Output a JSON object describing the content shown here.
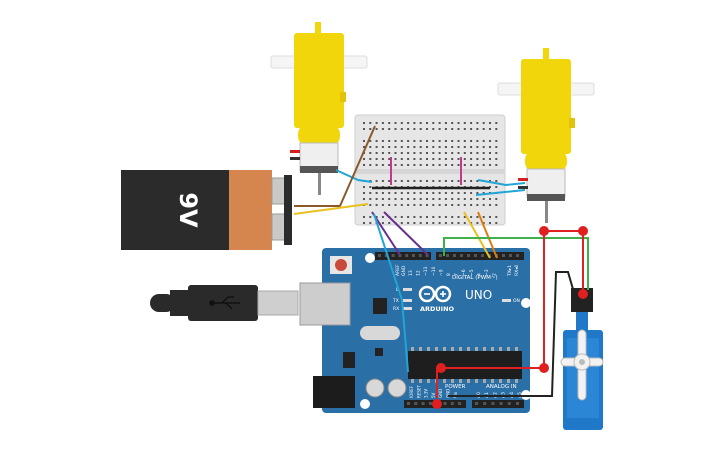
{
  "battery": {
    "label": "9V"
  },
  "arduino": {
    "logo_text": "ARDUINO",
    "model": "UNO",
    "digital_header": "DIGITAL (PWM~)",
    "power_header": "POWER",
    "analog_header": "ANALOG IN",
    "aref": "AREF",
    "gnd": "GND",
    "tx": "TX",
    "rx": "RX",
    "l": "L",
    "on": "ON",
    "tx1": "TX▸1",
    "rx0": "RX◂0",
    "digital_pins": [
      "13",
      "12",
      "~11",
      "~10",
      "~9",
      "8",
      "7",
      "~6",
      "~5",
      "4",
      "~3",
      "2"
    ],
    "power_pins": [
      "IOREF",
      "RESET",
      "3.3V",
      "5V",
      "GND",
      "GND",
      "Vin"
    ],
    "analog_pins": [
      "A0",
      "A1",
      "A2",
      "A3",
      "A4",
      "A5"
    ]
  },
  "colors": {
    "board": "#2a6fa6",
    "motor_yellow": "#f2d60c",
    "battery_black": "#2b2b2b",
    "battery_copper": "#d4864e",
    "breadboard": "#e8e8e8",
    "servo_blue": "#1f78c8",
    "wire_red": "#e02020",
    "wire_green": "#3fb04a",
    "wire_black": "#222222",
    "wire_purple": "#6a2f8f",
    "wire_yellow": "#e8c020",
    "wire_orange": "#e07b10",
    "wire_brown": "#8a5a2b",
    "wire_cyan": "#21a5d6",
    "wire_magenta": "#c23a8e"
  }
}
